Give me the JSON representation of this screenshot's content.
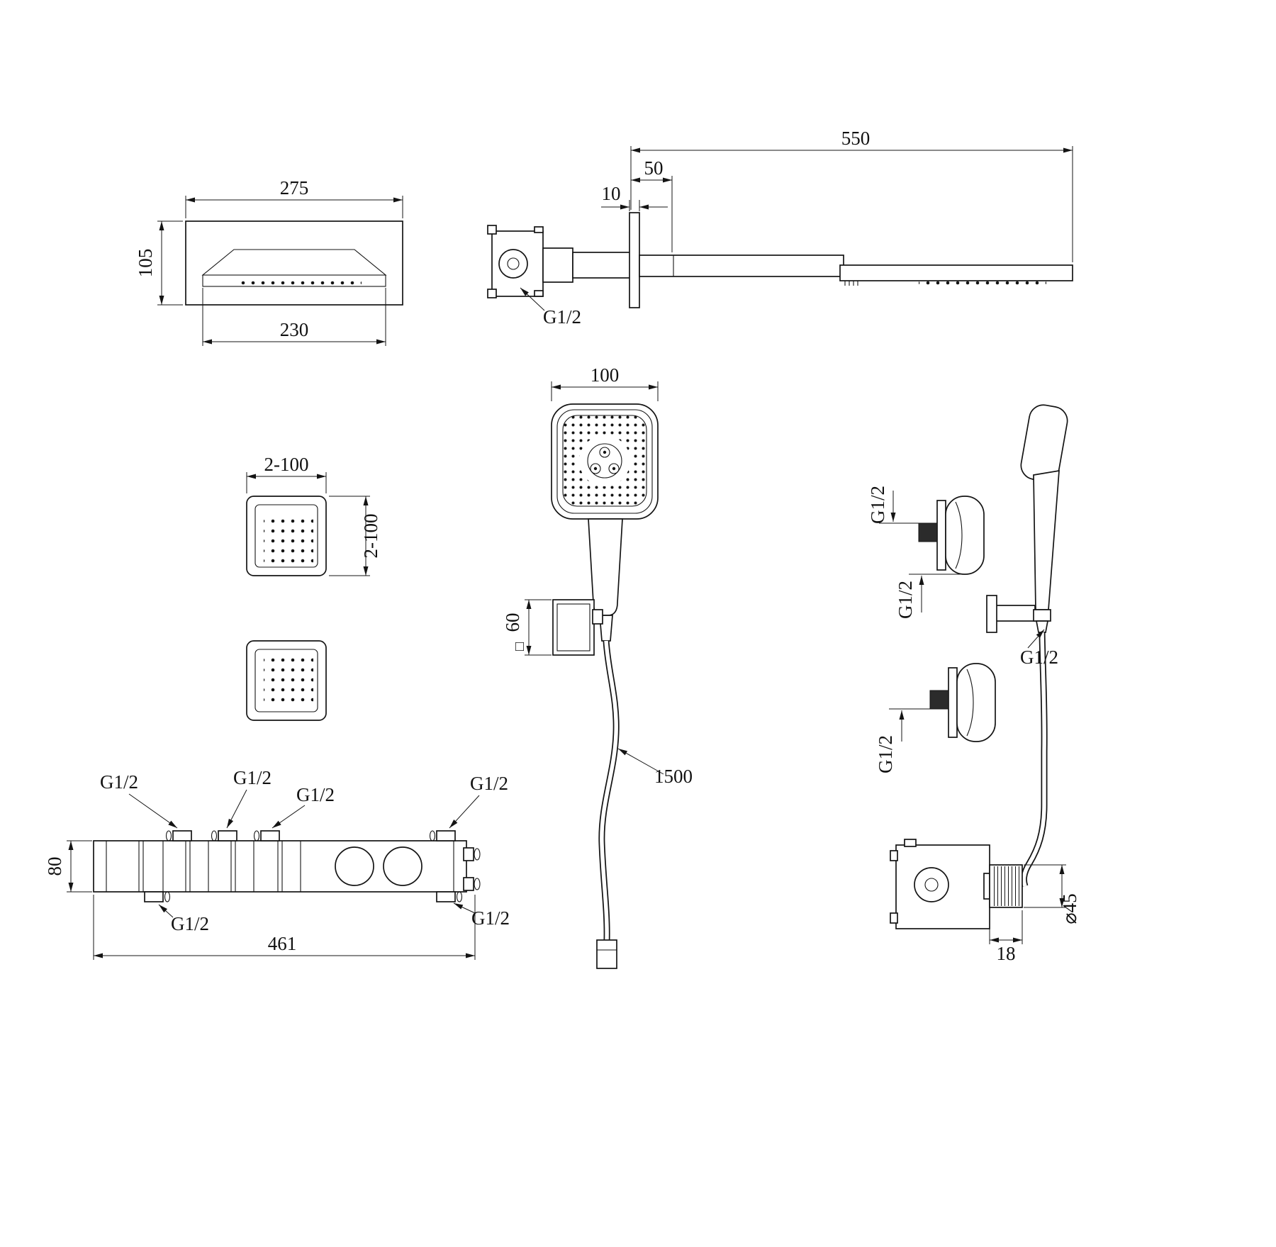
{
  "drawing": {
    "waterfall_front": {
      "dim_width": "275",
      "dim_height": "105",
      "dim_spout": "230"
    },
    "arm_side": {
      "dim_length": "550",
      "dim_offset": "50",
      "dim_plate": "10",
      "thread": "G1/2"
    },
    "body_jets": {
      "dim_width": "2-100",
      "dim_height": "2-100"
    },
    "hand_shower": {
      "dim_head": "100",
      "dim_bracket": "60",
      "bracket_symbol": "□",
      "dim_hose": "1500"
    },
    "side_view": {
      "thread_top": "G1/2",
      "thread_mid": "G1/2",
      "thread_hose": "G1/2",
      "thread_bottom": "G1/2",
      "dim_depth": "18",
      "dim_diameter": "⌀45"
    },
    "mixer_front": {
      "thread_top_1": "G1/2",
      "thread_top_2": "G1/2",
      "thread_top_3": "G1/2",
      "thread_top_4": "G1/2",
      "thread_bottom_1": "G1/2",
      "thread_bottom_2": "G1/2",
      "dim_height": "80",
      "dim_length": "461"
    }
  }
}
